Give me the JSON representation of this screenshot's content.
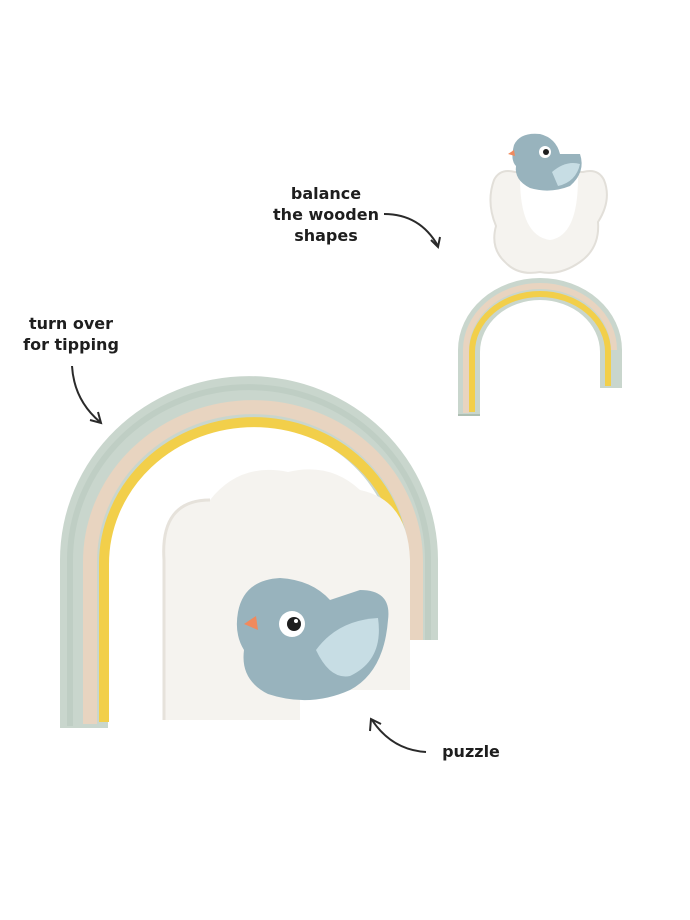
{
  "annotations": {
    "balance": [
      "balance",
      "the wooden",
      "shapes"
    ],
    "turn_over": [
      "turn over",
      "for tipping"
    ],
    "puzzle": "puzzle"
  },
  "colors": {
    "background": "#ffffff",
    "rainbow_outer": "#c9d6cd",
    "rainbow_outer_dark": "#aebfb3",
    "rainbow_peach": "#e8d4c0",
    "rainbow_yellow": "#f2cf4a",
    "cloud": "#f5f3ef",
    "bird": "#98b3bd",
    "bird_wing": "#c7dde4",
    "beak": "#f08a5d",
    "label_text": "#1e1e1e"
  }
}
